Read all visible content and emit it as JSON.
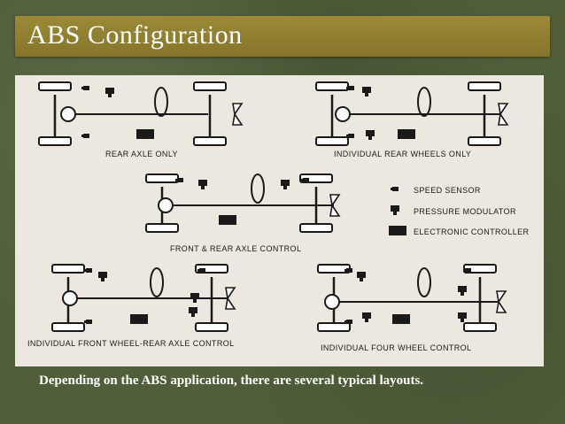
{
  "slide": {
    "title": "ABS Configuration",
    "caption": "Depending on the ABS application, there are several typical layouts."
  },
  "diagram": {
    "layouts": [
      {
        "label": "REAR AXLE ONLY"
      },
      {
        "label": "INDIVIDUAL REAR WHEELS ONLY"
      },
      {
        "label": "FRONT & REAR AXLE CONTROL"
      },
      {
        "label": "INDIVIDUAL FRONT WHEEL-REAR AXLE CONTROL"
      },
      {
        "label": "INDIVIDUAL FOUR WHEEL CONTROL"
      }
    ],
    "legend": [
      {
        "label": "SPEED SENSOR",
        "icon": "speed-sensor-icon"
      },
      {
        "label": "PRESSURE MODULATOR",
        "icon": "pressure-modulator-icon"
      },
      {
        "label": "ELECTRONIC CONTROLLER",
        "icon": "electronic-controller-icon"
      }
    ]
  },
  "colors": {
    "background": "#4f5f3a",
    "title_bar": "#8c7a2e",
    "diagram_paper": "#ece8df",
    "ink": "#1a1a1a"
  }
}
